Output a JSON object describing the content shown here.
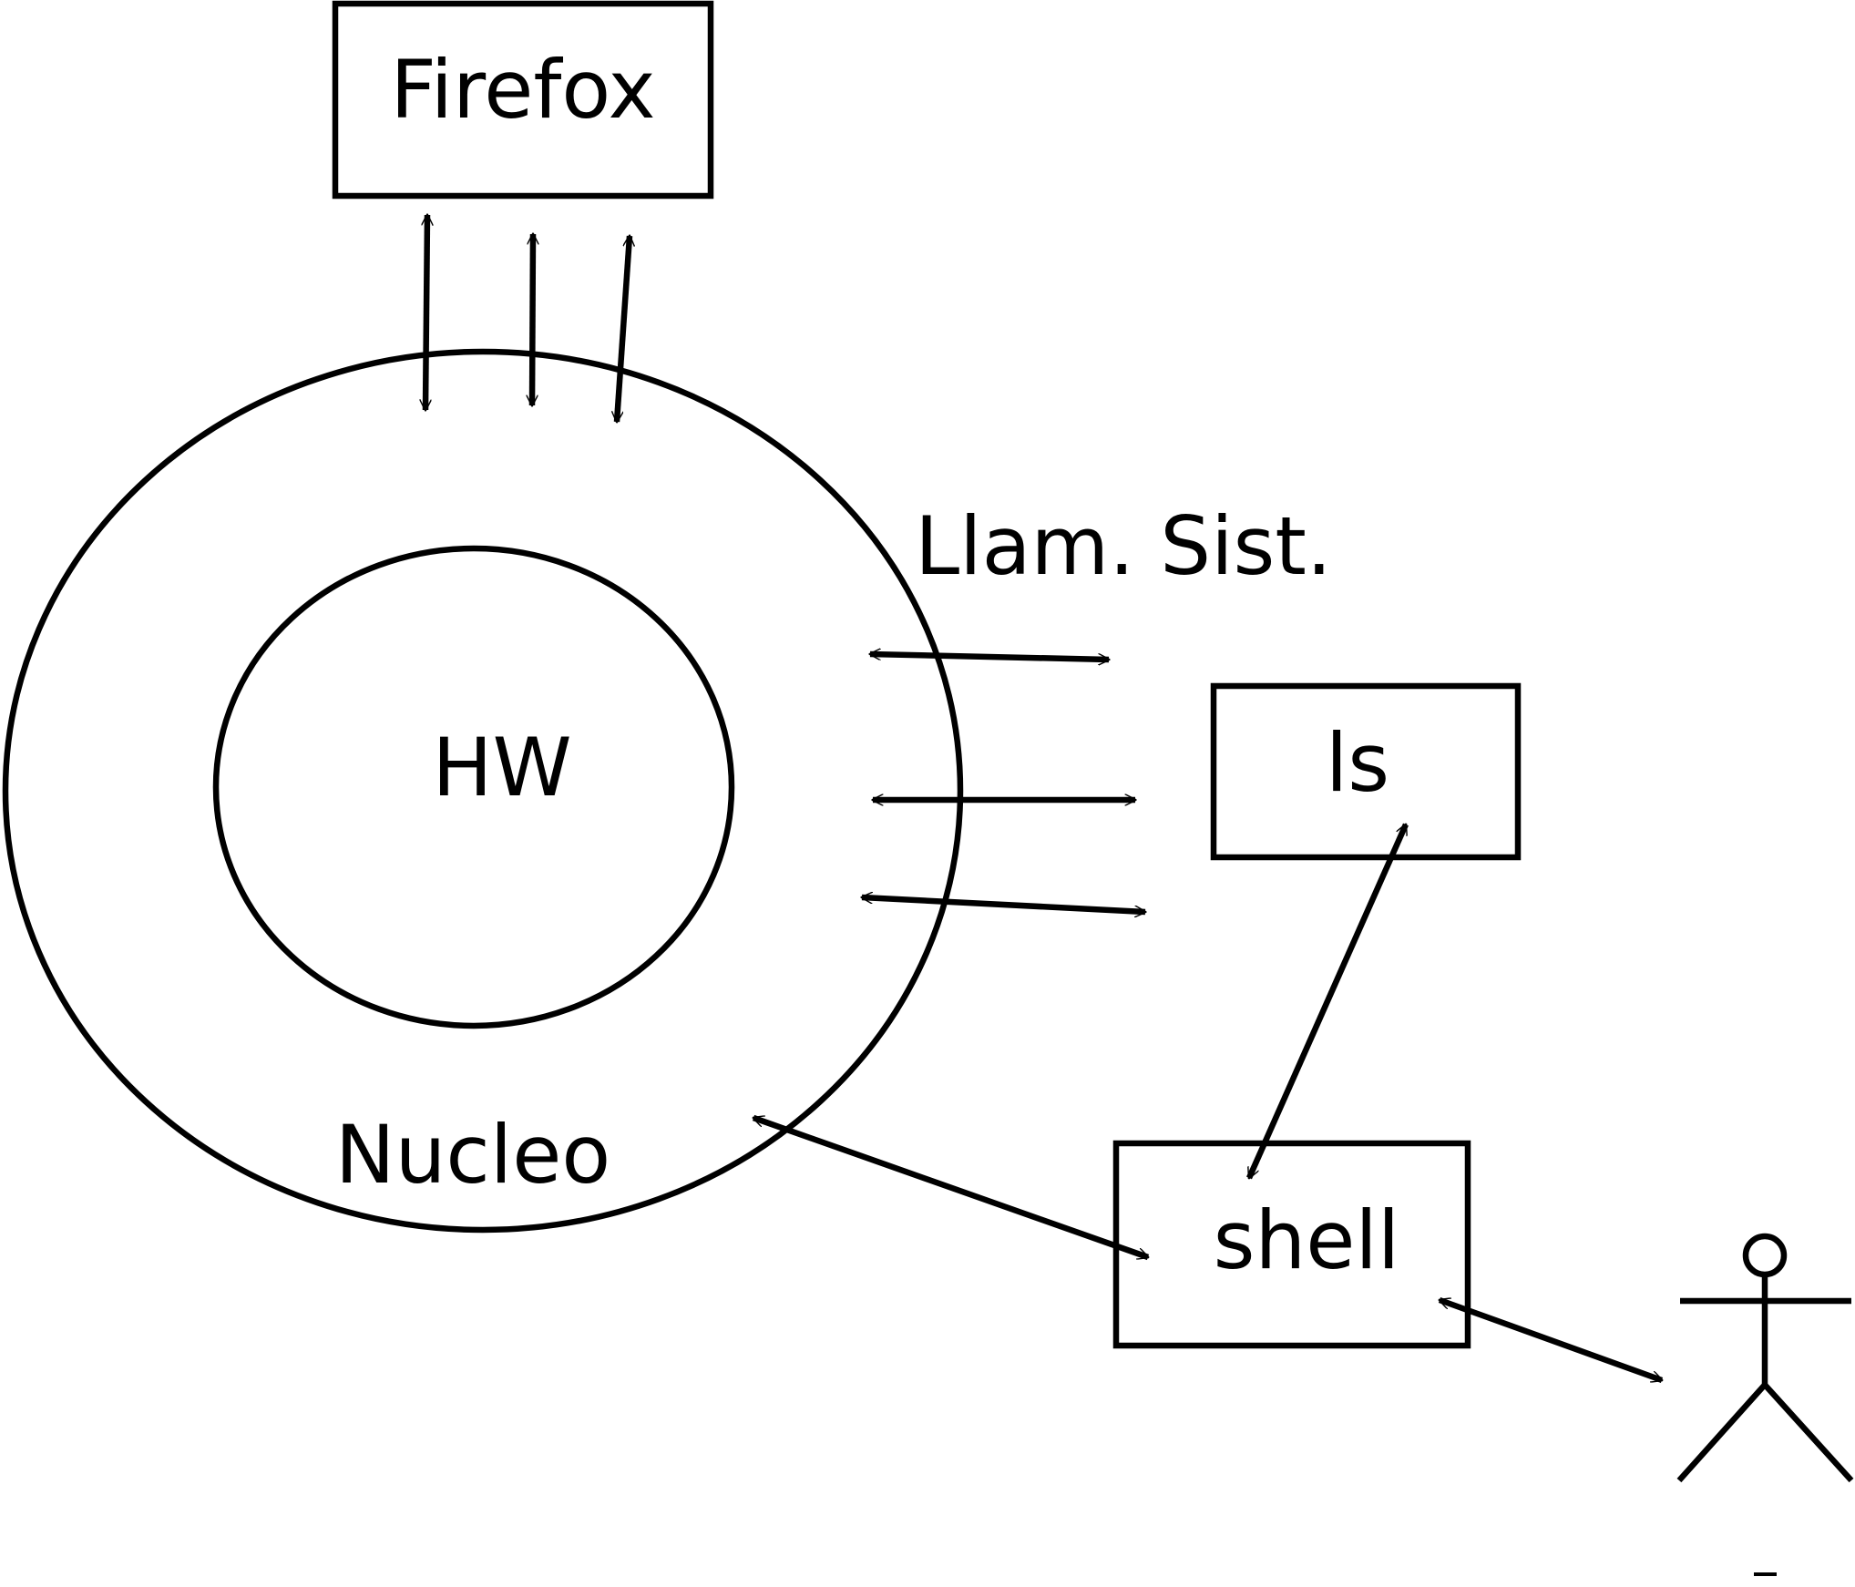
{
  "diagram": {
    "labels": {
      "firefox": "Firefox",
      "hw": "HW",
      "nucleo": "Nucleo",
      "syscalls": "Llam. Sist.",
      "ls": "ls",
      "shell": "shell"
    },
    "colors": {
      "stroke": "#000000",
      "background": "#ffffff"
    }
  }
}
